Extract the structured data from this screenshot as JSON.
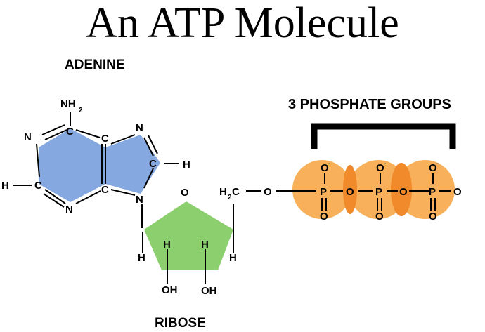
{
  "title": "An ATP Molecule",
  "labels": {
    "adenine": "ADENINE",
    "ribose": "RIBOSE",
    "phosphates": "3 PHOSPHATE GROUPS"
  },
  "atoms": {
    "N": "N",
    "C": "C",
    "H": "H",
    "O": "O",
    "P": "P",
    "OH": "OH",
    "NH": "NH",
    "sub2": "2",
    "neg": "-"
  },
  "colors": {
    "adenine": "#86a8e0",
    "ribose": "#8ccf6e",
    "phosphate": "#f7a848",
    "phosphate_overlap": "#f08a2a",
    "bracket": "#000000"
  }
}
